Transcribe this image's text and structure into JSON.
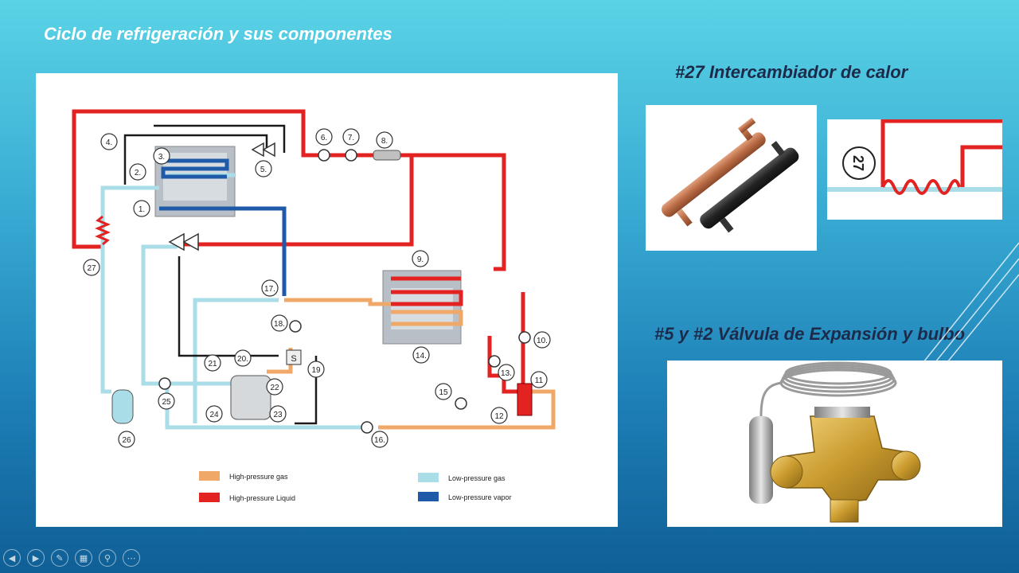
{
  "slide": {
    "title": "Ciclo de refrigeración y sus componentes",
    "heading_27": "#27 Intercambiador de calor",
    "heading_5_2": "#5 y #2 Válvula de Expansión y bulbo"
  },
  "diagram": {
    "component_numbers": [
      "1.",
      "2.",
      "3.",
      "4.",
      "5.",
      "6.",
      "7.",
      "8.",
      "9.",
      "10.",
      "11",
      "12",
      "13.",
      "14.",
      "15",
      "16.",
      "17.",
      "18.",
      "19",
      "20.",
      "21",
      "22",
      "23",
      "24",
      "25",
      "26",
      "27"
    ],
    "solenoid_label": "S",
    "legend": [
      {
        "label": "High-pressure gas",
        "color": "#f0a868"
      },
      {
        "label": "High-pressure Liquid",
        "color": "#e32222"
      },
      {
        "label": "Low-pressure gas",
        "color": "#a9dde8"
      },
      {
        "label": "Low-pressure vapor",
        "color": "#1f5aa8"
      }
    ]
  },
  "detail": {
    "label": "27"
  },
  "colors": {
    "hp_gas": "#f0a868",
    "hp_liquid": "#e32222",
    "lp_gas": "#a9dde8",
    "lp_vapor": "#1f5aa8",
    "title_dark": "#1c2b4a",
    "copper": "#c97a52"
  },
  "toolbar": {
    "icons": [
      "prev-icon",
      "next-icon",
      "pen-icon",
      "slides-icon",
      "zoom-icon",
      "more-icon"
    ]
  }
}
